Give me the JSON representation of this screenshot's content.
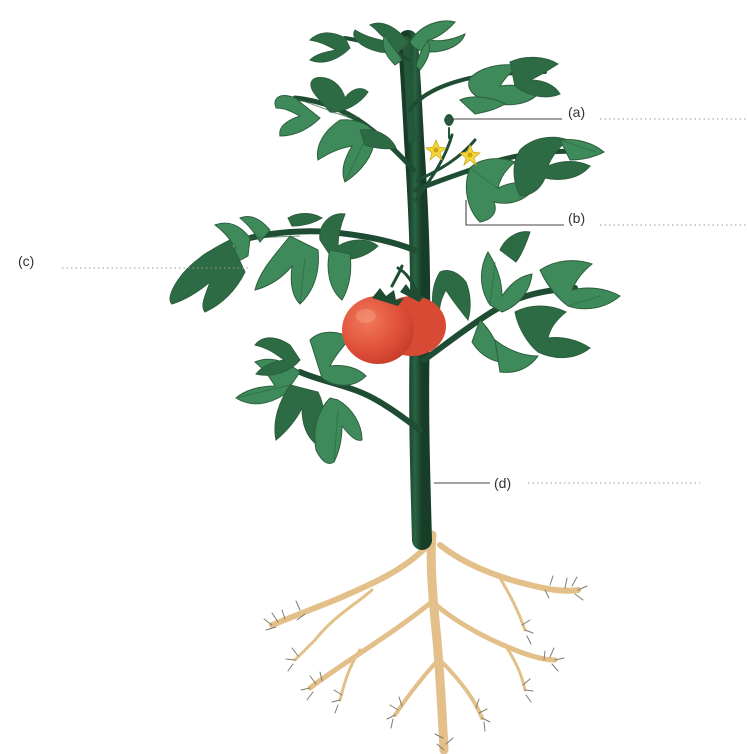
{
  "diagram": {
    "labels": {
      "a": "(a)",
      "b": "(b)",
      "c": "(c)",
      "d": "(d)"
    },
    "colors": {
      "stem": "#1f4d33",
      "leaf": "#3f8a5a",
      "leaf_dark": "#2d6b45",
      "fruit": "#e0503a",
      "flower": "#f2d63a",
      "root": "#e3c089",
      "leader_line": "#444444"
    }
  }
}
